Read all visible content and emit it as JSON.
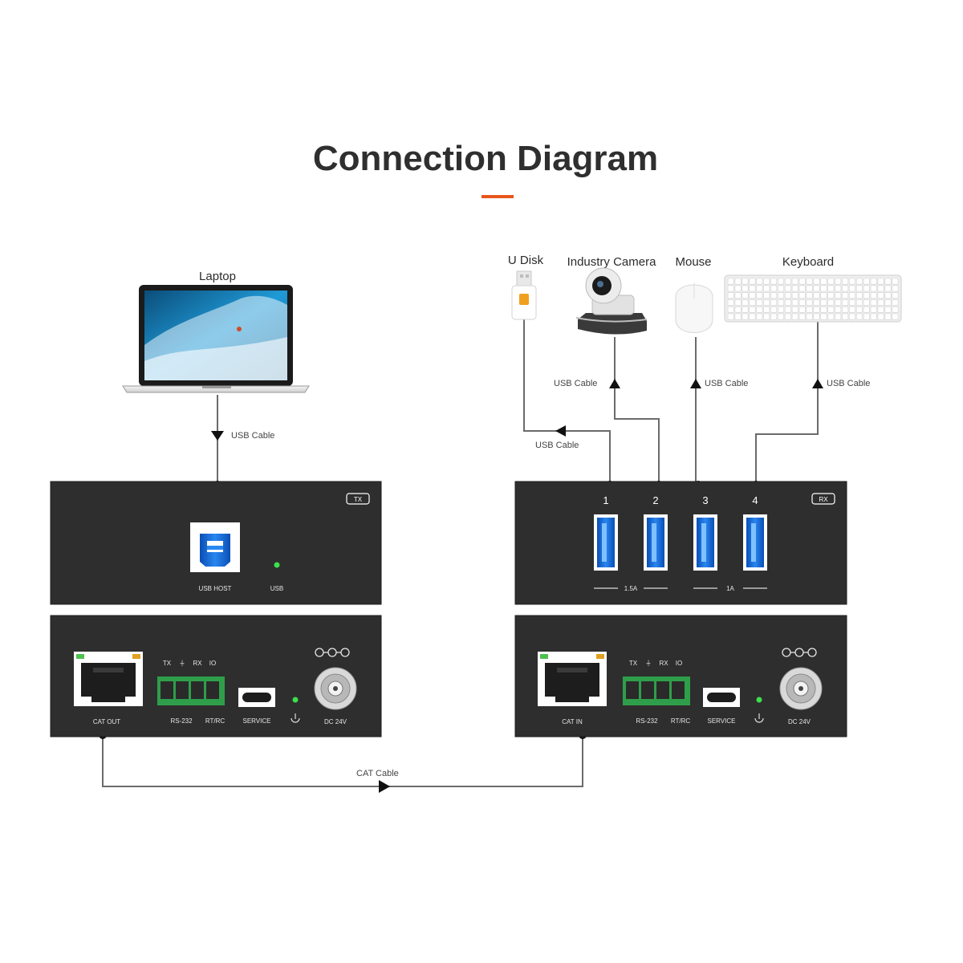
{
  "title": "Connection Diagram",
  "accent_color": "#e8561b",
  "devices": {
    "laptop": "Laptop",
    "udisk": "U Disk",
    "camera": "Industry Camera",
    "mouse": "Mouse",
    "keyboard": "Keyboard"
  },
  "cables": {
    "laptop_usb": "USB Cable",
    "camera_usb": "USB Cable",
    "mouse_usb": "USB Cable",
    "keyboard_usb": "USB Cable",
    "udisk_usb": "USB Cable",
    "cat": "CAT Cable"
  },
  "tx": {
    "badge": "TX",
    "usb_host": "USB HOST",
    "usb_led": "USB",
    "cat_port": "CAT OUT",
    "terminal_pins": [
      "TX",
      "⏚",
      "RX",
      "IO"
    ],
    "rs232": "RS-232",
    "rtrc": "RT/RC",
    "service": "SERVICE",
    "dc": "DC 24V"
  },
  "rx": {
    "badge": "RX",
    "port_numbers": [
      "1",
      "2",
      "3",
      "4"
    ],
    "group_a": "1.5A",
    "group_b": "1A",
    "cat_port": "CAT IN",
    "terminal_pins": [
      "TX",
      "⏚",
      "RX",
      "IO"
    ],
    "rs232": "RS-232",
    "rtrc": "RT/RC",
    "service": "SERVICE",
    "dc": "DC 24V"
  }
}
